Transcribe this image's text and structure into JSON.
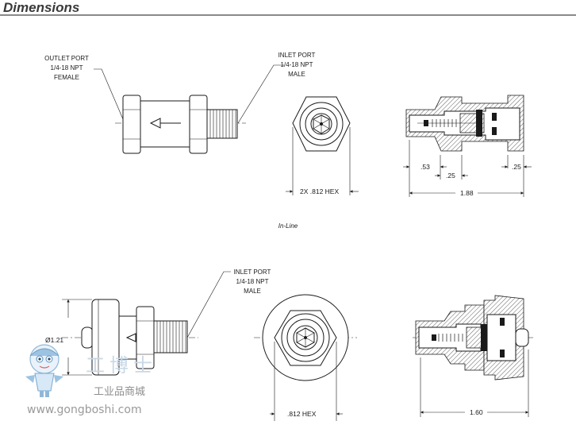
{
  "header": {
    "title": "Dimensions"
  },
  "inline": {
    "outlet_port": {
      "line1": "OUTLET PORT",
      "line2": "1/4-18 NPT",
      "line3": "FEMALE"
    },
    "inlet_port": {
      "line1": "INLET PORT",
      "line2": "1/4-18 NPT",
      "line3": "MALE"
    },
    "hex_dim": "2X  .812  HEX",
    "dim_53": ".53",
    "dim_25a": ".25",
    "dim_25b": ".25",
    "dim_188": "1.88",
    "caption": "In-Line"
  },
  "panel": {
    "inlet_port": {
      "line1": "INLET PORT",
      "line2": "1/4-18 NPT",
      "line3": "MALE"
    },
    "diameter": "Ø1.21",
    "hex_dim": ".812  HEX",
    "dim_160": "1.60"
  },
  "watermark": {
    "cn_large": "工博士",
    "cn_small": "工业品商城",
    "url": "www.gongboshi.com"
  }
}
